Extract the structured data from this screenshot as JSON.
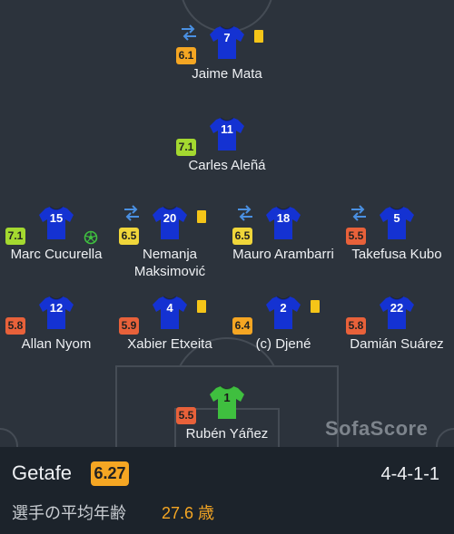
{
  "watermark": "SofaScore",
  "colors": {
    "pitch": "#2c333c",
    "lines": "#454c55",
    "shirt_blue": "#1432d2",
    "gk_green": "#3fbf3f",
    "card_yellow": "#f5c518",
    "accent_orange": "#f5a623"
  },
  "team": {
    "name": "Getafe",
    "rating": "6.27",
    "formation": "4-4-1-1",
    "avg_age_label": "選手の平均年齢",
    "avg_age_value": "27.6 歳"
  },
  "players": [
    {
      "number": "7",
      "name": "Jaime Mata",
      "rating": "6.1",
      "rating_color": "#f5a623",
      "kit": "outfield",
      "sub_icon": true,
      "yellow_card": true,
      "goal": false
    },
    {
      "number": "11",
      "name": "Carles Aleñá",
      "rating": "7.1",
      "rating_color": "#a4d930",
      "kit": "outfield",
      "sub_icon": false,
      "yellow_card": false,
      "goal": false
    },
    {
      "number": "15",
      "name": "Marc Cucurella",
      "rating": "7.1",
      "rating_color": "#a4d930",
      "kit": "outfield",
      "sub_icon": false,
      "yellow_card": false,
      "goal": true
    },
    {
      "number": "20",
      "name": "Nemanja Maksimović",
      "rating": "6.5",
      "rating_color": "#f0d63a",
      "kit": "outfield",
      "sub_icon": true,
      "yellow_card": true,
      "goal": false
    },
    {
      "number": "18",
      "name": "Mauro Arambarri",
      "rating": "6.5",
      "rating_color": "#f0d63a",
      "kit": "outfield",
      "sub_icon": true,
      "yellow_card": false,
      "goal": false
    },
    {
      "number": "5",
      "name": "Takefusa Kubo",
      "rating": "5.5",
      "rating_color": "#e8613a",
      "kit": "outfield",
      "sub_icon": true,
      "yellow_card": false,
      "goal": false
    },
    {
      "number": "12",
      "name": "Allan Nyom",
      "rating": "5.8",
      "rating_color": "#e8613a",
      "kit": "outfield",
      "sub_icon": false,
      "yellow_card": false,
      "goal": false
    },
    {
      "number": "4",
      "name": "Xabier Etxeita",
      "rating": "5.9",
      "rating_color": "#e8613a",
      "kit": "outfield",
      "sub_icon": false,
      "yellow_card": true,
      "goal": false
    },
    {
      "number": "2",
      "name": "(c) Djené",
      "rating": "6.4",
      "rating_color": "#f5a623",
      "kit": "outfield",
      "sub_icon": false,
      "yellow_card": true,
      "goal": false
    },
    {
      "number": "22",
      "name": "Damián Suárez",
      "rating": "5.8",
      "rating_color": "#e8613a",
      "kit": "outfield",
      "sub_icon": false,
      "yellow_card": false,
      "goal": false
    },
    {
      "number": "1",
      "name": "Rubén Yáñez",
      "rating": "5.5",
      "rating_color": "#e8613a",
      "kit": "goalkeeper",
      "sub_icon": false,
      "yellow_card": false,
      "goal": false
    }
  ]
}
